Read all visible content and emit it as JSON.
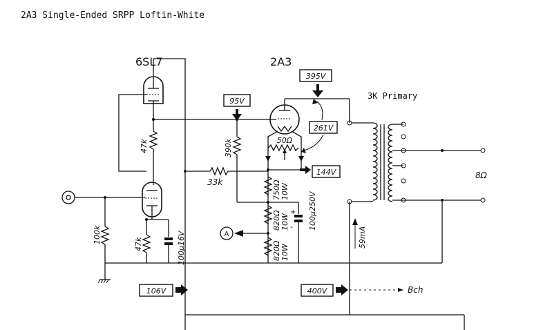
{
  "title": "2A3 Single-Ended SRPP Loftin-White",
  "tubes": {
    "driver": "6SL7",
    "output": "2A3"
  },
  "transformer_label": "3K Primary",
  "voltage_boxes": {
    "plate_supply": "395V",
    "grid_bias": "95V",
    "filament_bias": "261V",
    "cathode_node": "144V",
    "driver_supply": "106V",
    "main_supply": "400V"
  },
  "components": {
    "r_47k_top": "47k",
    "r_390k": "390k",
    "r_33k": "33k",
    "r_50ohm": "50Ω",
    "r_100k": "100k",
    "r_47k_cathode": "47k",
    "c_100u16v": "100μ16V",
    "r_750ohm": "750Ω",
    "r_750ohm_power": "10W",
    "r_820ohm_a": "820Ω",
    "r_820ohm_a_power": "10W",
    "r_820ohm_b": "820Ω",
    "r_820ohm_b_power": "10W",
    "c_100u250v": "100μ250V",
    "current": "59mA"
  },
  "connectors": {
    "node_a": "A",
    "speaker_load": "8Ω",
    "to_other_channel": "Bch"
  },
  "colors": {
    "ink": "#111111",
    "paper": "#ffffff"
  }
}
